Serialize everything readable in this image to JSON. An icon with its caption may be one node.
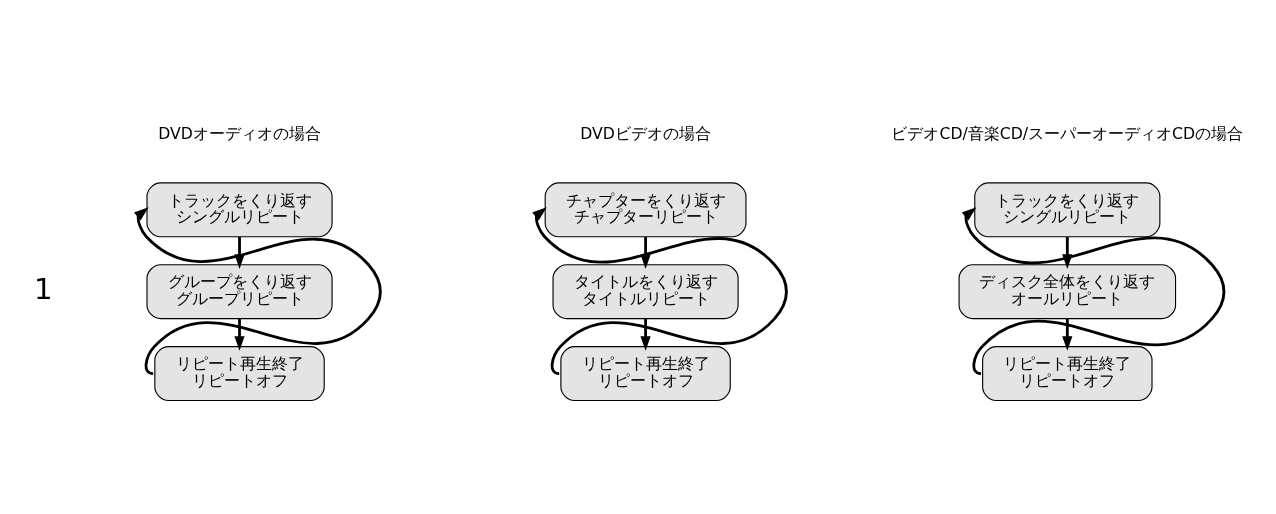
{
  "diagram": {
    "nodes": [
      {
        "text": [
          "トラックをくり返す",
          "シングルリピート"
        ]
      },
      {
        "text": [
          "グループをくり返す",
          "グループリピート"
        ]
      },
      {
        "text": [
          "リピート再生終了",
          "リピートオフ"
        ]
      },
      {
        "text": [
          "チャプターをくり返す",
          "チャプターリピート"
        ]
      },
      {
        "text": [
          "タイトルをくり返す",
          "タイトルリピート"
        ]
      },
      {
        "text": [
          "リピート再生終了",
          "リピートオフ"
        ]
      },
      {
        "text": [
          "トラックをくり返す",
          "シングルリピート"
        ]
      },
      {
        "text": [
          "ディスク全体をくり返す",
          "オールリピート"
        ]
      },
      {
        "text": [
          "リピート再生終了",
          "リピートオフ"
        ]
      }
    ],
    "edges": [
      {
        "from": 0,
        "to": 1,
        "arrow": "to"
      },
      {
        "from": 1,
        "to": 2,
        "arrow": "to"
      },
      {
        "from": 2,
        "to": 0,
        "arrow": "to"
      },
      {
        "from": 3,
        "to": 4,
        "arrow": "to"
      },
      {
        "from": 4,
        "to": 5,
        "arrow": "to"
      },
      {
        "from": 5,
        "to": 3,
        "arrow": "to"
      },
      {
        "from": 6,
        "to": 7,
        "arrow": "to"
      },
      {
        "from": 7,
        "to": 8,
        "arrow": "to"
      },
      {
        "from": 8,
        "to": 6,
        "arrow": "to"
      }
    ],
    "labels": [
      "DVDオーディオの場合",
      "DVDビデオの場合",
      "ビデオCD/音楽CD/スーパーオーディオCDの場合",
      "1"
    ]
  }
}
